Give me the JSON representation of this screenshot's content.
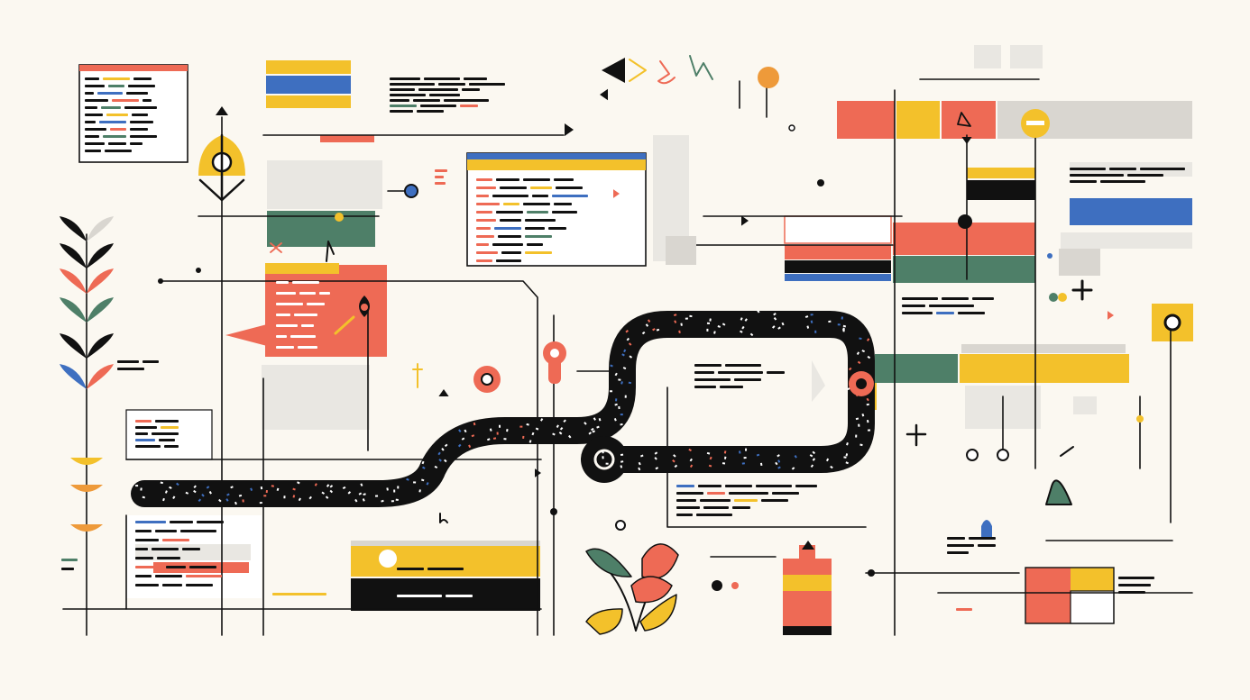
{
  "palette": {
    "background": "#FBF8F1",
    "ink": "#111111",
    "red": "#EE6A55",
    "yellow": "#F3C12B",
    "blue": "#3E6FC0",
    "green": "#4E7F68",
    "gray": "#D9D6D0",
    "light_gray": "#E9E7E2",
    "orange": "#EE9A3A",
    "white": "#FFFFFF"
  },
  "icons": {
    "left": "plant-with-leaves",
    "bottom": "potted-plant",
    "center": "winding-dotted-road",
    "top_left": "onion-dome",
    "top": "play-triangle"
  }
}
